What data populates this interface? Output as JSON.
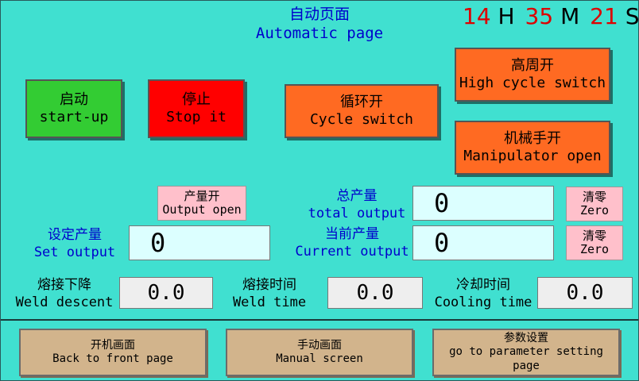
{
  "header": {
    "title_cn": "自动页面",
    "title_en": "Automatic page"
  },
  "clock": {
    "hours": "14",
    "h_unit": "H",
    "minutes": "35",
    "m_unit": "M",
    "seconds": "21",
    "s_unit": "S"
  },
  "buttons": {
    "start": {
      "cn": "启动",
      "en": "start-up"
    },
    "stop": {
      "cn": "停止",
      "en": "Stop it"
    },
    "cycle": {
      "cn": "循环开",
      "en": "Cycle switch"
    },
    "high_cycle": {
      "cn": "高周开",
      "en": "High cycle switch"
    },
    "manipulator": {
      "cn": "机械手开",
      "en": "Manipulator open"
    },
    "output_open": {
      "cn": "产量开",
      "en": "Output open"
    },
    "zero_total": {
      "cn": "清零",
      "en": "Zero"
    },
    "zero_current": {
      "cn": "清零",
      "en": "Zero"
    }
  },
  "counters": {
    "total": {
      "label_cn": "总产量",
      "label_en": "total output",
      "value": "0"
    },
    "set": {
      "label_cn": "设定产量",
      "label_en": "Set output",
      "value": "0"
    },
    "current": {
      "label_cn": "当前产量",
      "label_en": "Current output",
      "value": "0"
    }
  },
  "timers": {
    "descent": {
      "label_cn": "熔接下降",
      "label_en": "Weld descent",
      "value": "0.0"
    },
    "weld": {
      "label_cn": "熔接时间",
      "label_en": "Weld time",
      "value": "0.0"
    },
    "cooling": {
      "label_cn": "冷却时间",
      "label_en": "Cooling time",
      "value": "0.0"
    }
  },
  "nav": {
    "front": {
      "cn": "开机画面",
      "en": "Back to front page"
    },
    "manual": {
      "cn": "手动画面",
      "en": "Manual screen"
    },
    "params": {
      "cn": "参数设置",
      "en": "go to parameter setting page"
    }
  },
  "colors": {
    "background": "#40e0d0",
    "start": "#33cc33",
    "stop": "#ff0000",
    "switch": "#ff6a22",
    "zero": "#ffc0cb",
    "nav": "#d2b48c",
    "label": "#0000cc"
  }
}
